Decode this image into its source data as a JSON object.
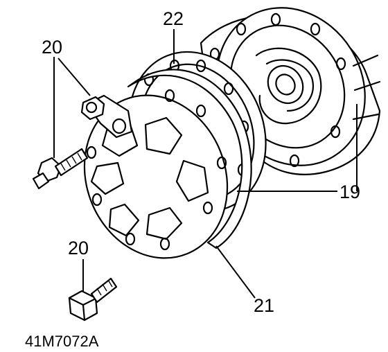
{
  "callouts": {
    "bolt_top": "20",
    "gasket": "22",
    "housing": "19",
    "bolt_bottom": "20",
    "cover": "21"
  },
  "reference_code": "41M7072A"
}
